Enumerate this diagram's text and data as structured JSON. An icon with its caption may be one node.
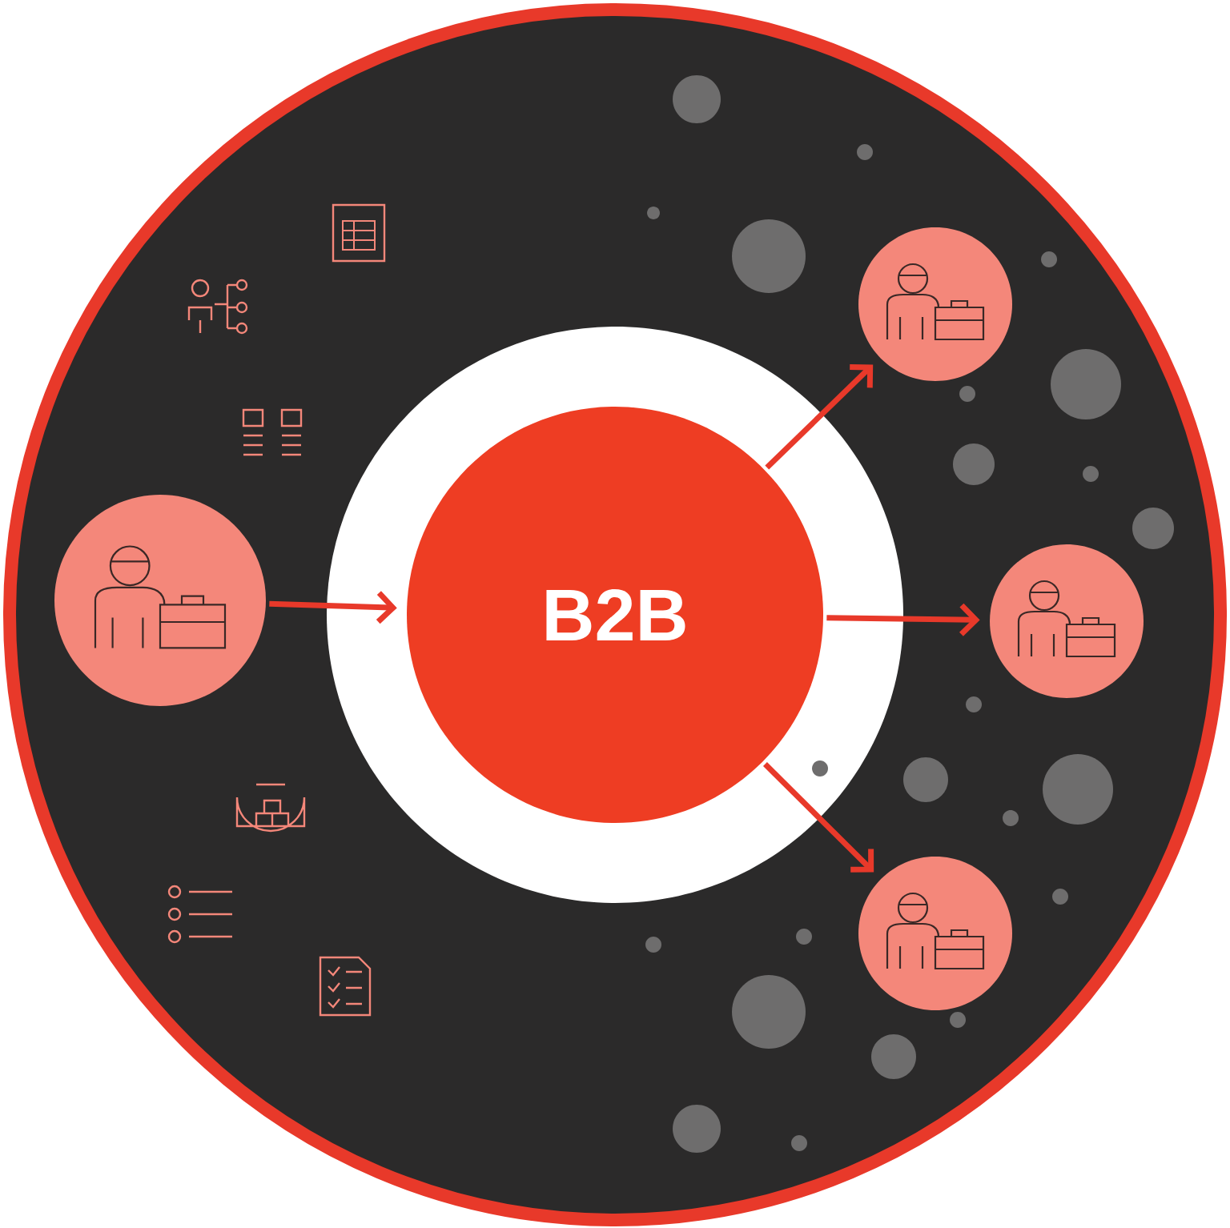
{
  "diagram": {
    "nodes": [
      {
        "text": [],
        "shape": "circle"
      },
      {
        "text": [
          "B2B"
        ]
      },
      {
        "text": [],
        "shape": "circle"
      },
      {
        "text": [],
        "shape": "circle"
      },
      {
        "text": [],
        "shape": "circle"
      }
    ],
    "edges": [
      {
        "from": 0,
        "to": 1,
        "arrow": "to"
      },
      {
        "from": 1,
        "to": 2,
        "arrow": "to"
      },
      {
        "from": 1,
        "to": 3,
        "arrow": "to"
      },
      {
        "from": 1,
        "to": 4,
        "arrow": "to"
      }
    ]
  }
}
